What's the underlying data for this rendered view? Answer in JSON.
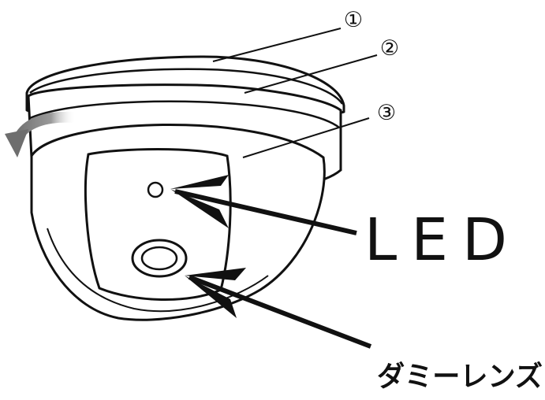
{
  "diagram": {
    "markers": [
      {
        "id": "1",
        "text": "①"
      },
      {
        "id": "2",
        "text": "②"
      },
      {
        "id": "3",
        "text": "③"
      }
    ],
    "labels": {
      "led": "LED",
      "dummy_lens": "ダミーレンズ"
    },
    "colors": {
      "stroke": "#111111",
      "fill": "#ffffff",
      "arrow": "#7f7f7f"
    },
    "icons": [
      "rotation-arrow-icon"
    ]
  }
}
